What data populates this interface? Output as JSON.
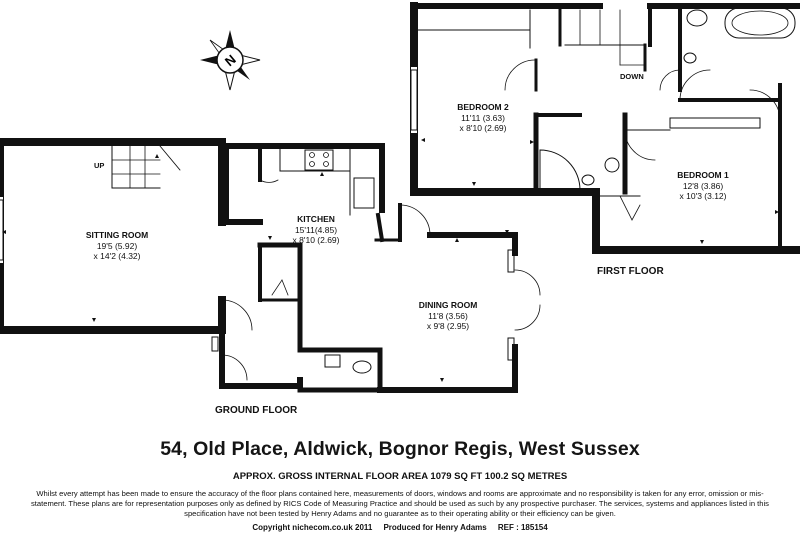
{
  "compass": {
    "label": "N",
    "icon": "compass-north-icon"
  },
  "rooms": {
    "sitting_room": {
      "name": "SITTING ROOM",
      "dim1": "19'5 (5.92)",
      "dim2": "x 14'2 (4.32)"
    },
    "kitchen": {
      "name": "KITCHEN",
      "dim1": "15'11(4.85)",
      "dim2": "x 8'10 (2.69)"
    },
    "dining_room": {
      "name": "DINING ROOM",
      "dim1": "11'8 (3.56)",
      "dim2": "x 9'8 (2.95)"
    },
    "bedroom_2": {
      "name": "BEDROOM 2",
      "dim1": "11'11 (3.63)",
      "dim2": "x 8'10 (2.69)"
    },
    "bedroom_1": {
      "name": "BEDROOM 1",
      "dim1": "12'8 (3.86)",
      "dim2": "x 10'3 (3.12)"
    }
  },
  "stair_labels": {
    "up": "UP",
    "down": "DOWN"
  },
  "floors": {
    "ground": "GROUND FLOOR",
    "first": "FIRST FLOOR"
  },
  "title": "54, Old Place, Aldwick, Bognor Regis, West Sussex",
  "area": "APPROX. GROSS INTERNAL FLOOR AREA 1079 SQ FT 100.2 SQ METRES",
  "disclaimer": "Whilst every attempt has been made to ensure the accuracy of the floor plans contained here, measurements of doors, windows and rooms are approximate and no responsibility is taken for any error, omission or mis-statement.  These plans are for representation purposes only as defined by RICS Code of Measuring Practice and should be used as such by any prospective purchaser. The services, systems and appliances listed in this specification have not been tested by Henry Adams and no guarantee as to their operating ability or their efficiency can be given.",
  "footer": "Copyright nichecom.co.uk 2011     Produced for Henry Adams     REF : 185154"
}
